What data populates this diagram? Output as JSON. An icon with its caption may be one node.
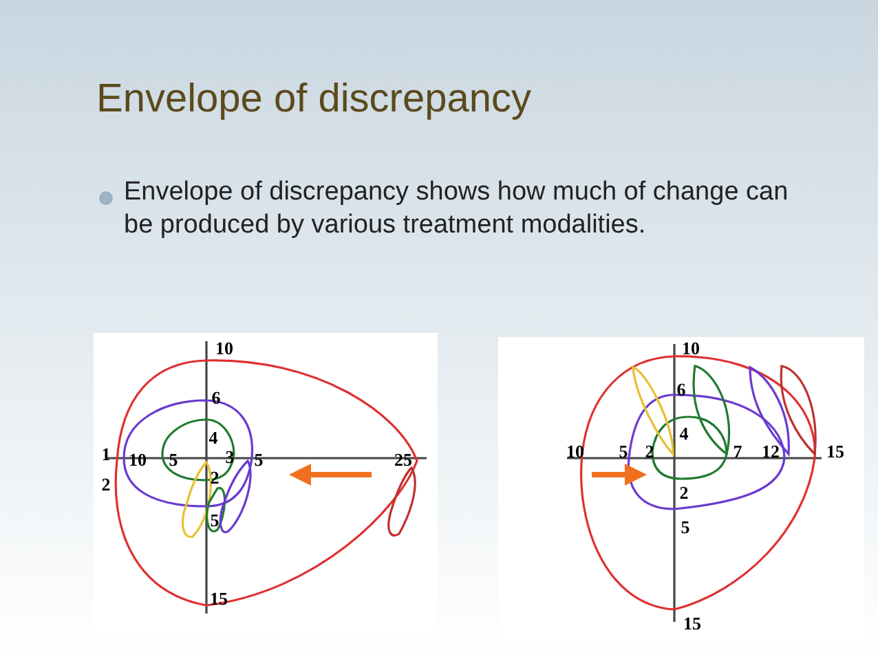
{
  "diagram": {
    "title": "Envelope of discrepancy",
    "labels": [
      "Envelope of discrepancy shows how much of change can be produced by various treatment modalities.",
      "10",
      "6",
      "4",
      "1",
      "10",
      "5",
      "3",
      "5",
      "25",
      "2",
      "2",
      "5",
      "15",
      "10",
      "6",
      "4",
      "10",
      "5",
      "2",
      "7",
      "12",
      "15",
      "2",
      "5",
      "15"
    ]
  }
}
